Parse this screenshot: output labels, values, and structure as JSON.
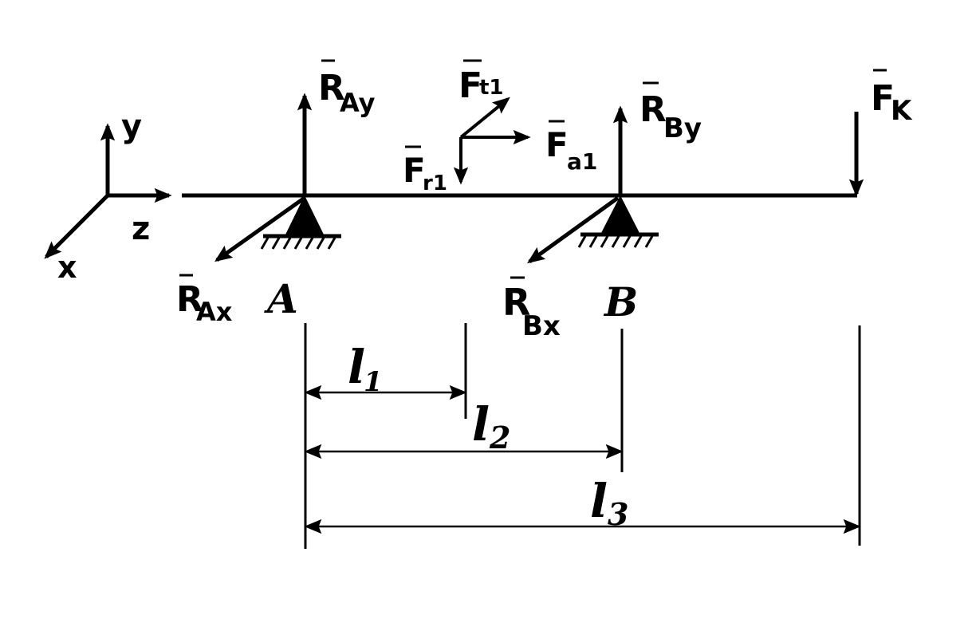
{
  "axes": {
    "y": "y",
    "z": "z",
    "x": "x"
  },
  "supports": {
    "a": "A",
    "b": "B"
  },
  "forces": {
    "r_ay": {
      "main": "R",
      "sub": "Ay"
    },
    "r_ax": {
      "main": "R",
      "sub": "Ax"
    },
    "r_by": {
      "main": "R",
      "sub": "By"
    },
    "r_bx": {
      "main": "R",
      "sub": "Bx"
    },
    "f_t1": {
      "main": "F",
      "sub": "t1"
    },
    "f_r1": {
      "main": "F",
      "sub": "r1"
    },
    "f_a1": {
      "main": "F",
      "sub": "a1"
    },
    "f_k": {
      "main": "F",
      "sub": "K"
    }
  },
  "dimensions": {
    "l1": {
      "main": "l",
      "sub": "1"
    },
    "l2": {
      "main": "l",
      "sub": "2"
    },
    "l3": {
      "main": "l",
      "sub": "3"
    }
  },
  "colors": {
    "ink": "#000000",
    "background": "#ffffff"
  }
}
